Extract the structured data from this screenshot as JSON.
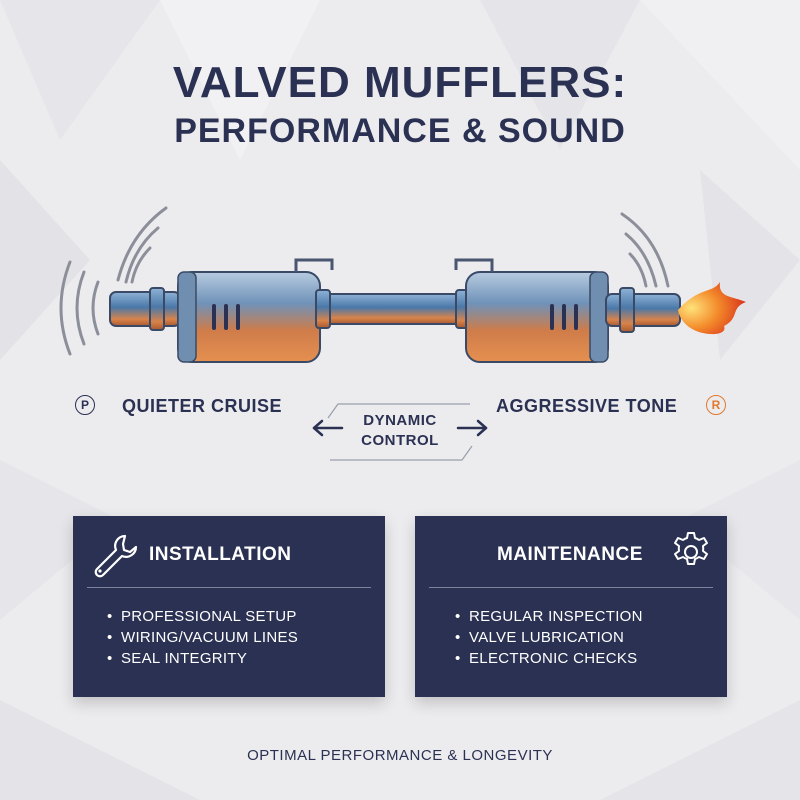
{
  "title": {
    "line1": "VALVED MUFFLERS:",
    "line2": "PERFORMANCE & SOUND"
  },
  "modes": {
    "left": {
      "badge": "P",
      "label": "QUIETER CRUISE"
    },
    "right": {
      "badge": "R",
      "label": "AGGRESSIVE TONE"
    },
    "center": {
      "line1": "DYNAMIC",
      "line2": "CONTROL"
    }
  },
  "cards": {
    "installation": {
      "title": "INSTALLATION",
      "icon": "wrench-icon",
      "items": [
        "PROFESSIONAL SETUP",
        "WIRING/VACUUM LINES",
        "SEAL INTEGRITY"
      ]
    },
    "maintenance": {
      "title": "MAINTENANCE",
      "icon": "gear-icon",
      "items": [
        "REGULAR INSPECTION",
        "VALVE LUBRICATION",
        "ELECTRONIC CHECKS"
      ]
    }
  },
  "footer": "OPTIMAL PERFORMANCE & LONGEVITY",
  "colors": {
    "navy": "#2b3152",
    "background": "#ececef",
    "accent_orange": "#e07a2e",
    "pipe_blue": "#4a78a8"
  }
}
